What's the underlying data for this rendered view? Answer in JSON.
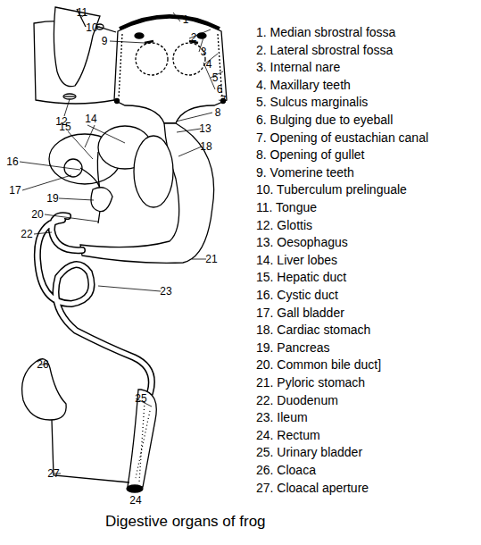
{
  "diagram": {
    "caption": "Digestive organs of frog",
    "labels": [
      "1",
      "2",
      "3",
      "4",
      "5",
      "6",
      "7",
      "8",
      "9",
      "10",
      "11",
      "12",
      "13",
      "14",
      "15",
      "16",
      "17",
      "18",
      "19",
      "20",
      "21",
      "22",
      "23",
      "24",
      "25",
      "26",
      "27",
      "1. Median sbrostral fossa",
      "2. Lateral sbrostral fossa",
      "3. Internal nare",
      "4. Maxillary teeth",
      "5. Sulcus marginalis",
      "6. Bulging due to eyeball",
      "7. Opening of eustachian canal",
      "8. Opening of gullet",
      "9. Vomerine teeth",
      "10. Tuberculum prelinguale",
      "11. Tongue",
      "12. Glottis",
      "13. Oesophagus",
      "14. Liver lobes",
      "15. Hepatic duct",
      "16. Cystic duct",
      "17. Gall bladder",
      "18. Cardiac stomach",
      "19. Pancreas",
      "20. Common bile duct]",
      "21. Pyloric stomach",
      "22. Duodenum",
      "23. Ileum",
      "24. Rectum",
      "25. Urinary bladder",
      "26. Cloaca",
      "27. Cloacal aperture"
    ]
  }
}
